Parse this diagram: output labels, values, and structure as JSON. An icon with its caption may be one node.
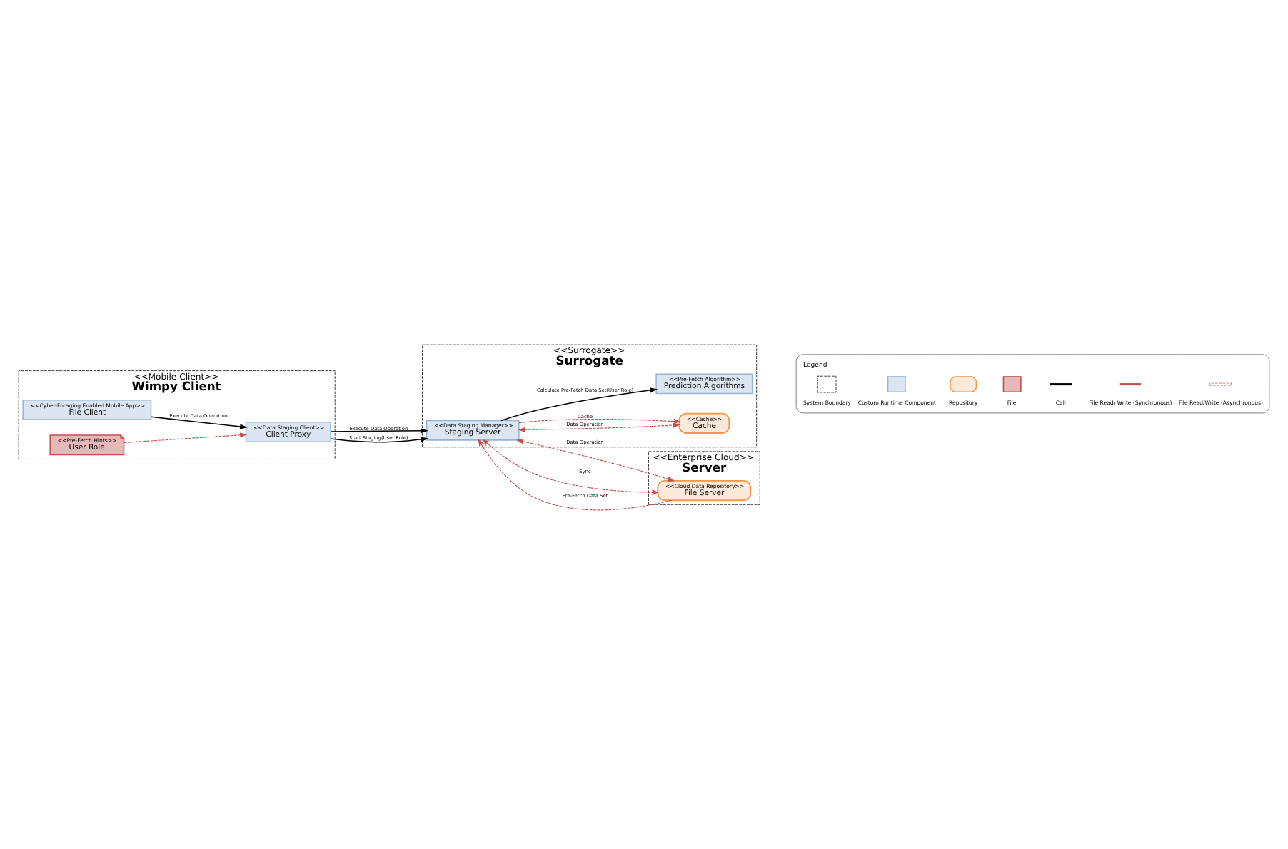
{
  "diagram": {
    "nodes": [
      {
        "text": [
          "<<Mobile Client>>",
          "Wimpy Client"
        ]
      },
      {
        "text": [
          "<<Cyber-Foraging Enabled Mobile App>>",
          "File Client"
        ],
        "in": 0
      },
      {
        "text": [
          "<<Pre-Fetch Hints>>",
          "User Role"
        ],
        "in": 0
      },
      {
        "text": [
          "<<Data Staging Client>>",
          "Client Proxy"
        ],
        "in": 0
      },
      {
        "text": [
          "<<Surrogate>>",
          "Surrogate"
        ]
      },
      {
        "text": [
          "<<Cache>>",
          "Cache"
        ],
        "in": 4
      },
      {
        "text": [
          "<<Data Staging Manager>>",
          "Staging Server"
        ],
        "in": 4
      },
      {
        "text": [
          "<<Pre-Fetch Algorithm>>",
          "Prediction Algorithms"
        ],
        "in": 4
      },
      {
        "text": [
          "<<Enterprise Cloud>>",
          "Server"
        ]
      },
      {
        "text": [
          "<<Cloud Data Repository>>",
          "File Server"
        ],
        "in": 8
      }
    ],
    "edges": [
      {
        "from": 1,
        "to": 3,
        "arrow": "to",
        "label": "Execute Data Operation",
        "color": "#000000"
      },
      {
        "from": 2,
        "to": 3,
        "arrow": "to",
        "style": "dashed",
        "color": "#c0504d"
      },
      {
        "from": 3,
        "to": 6,
        "arrow": "to",
        "label": "Execute Data Operation",
        "color": "#000000"
      },
      {
        "from": 3,
        "to": 6,
        "arrow": "to",
        "label": "Start Staging(User Role)",
        "color": "#000000"
      },
      {
        "from": 6,
        "to": 5,
        "arrow": "both",
        "label": "Data Operation",
        "style": "dashed",
        "color": "#c0504d"
      },
      {
        "from": 6,
        "to": 5,
        "arrow": "to",
        "label": "Cache",
        "style": "dashed",
        "color": "#c0504d"
      },
      {
        "from": 6,
        "to": 9,
        "arrow": "both",
        "label": "Data Operation",
        "style": "dashed",
        "color": "#c0504d"
      },
      {
        "from": 9,
        "to": 6,
        "arrow": "to",
        "label": "Pre-Fetch Data Set",
        "style": "dashed",
        "color": "#c0504d"
      },
      {
        "from": 6,
        "to": 9,
        "arrow": "both",
        "label": "Sync",
        "style": "dashed",
        "color": "#c0504d"
      },
      {
        "from": 6,
        "to": 7,
        "arrow": "to",
        "label": "Calculate Pre-Fetch Data Set(User Role)",
        "color": "#000000"
      }
    ],
    "labels": [
      "Legend"
    ],
    "legend": [
      {
        "text": "System Boundary"
      },
      {
        "text": "Custom Runtime Component"
      },
      {
        "text": "Repository"
      },
      {
        "text": "File"
      },
      {
        "text": "Call"
      },
      {
        "text": "File Read/ Write (Synchronous)"
      },
      {
        "text": "File Read/Write (Asynchronous)"
      }
    ]
  }
}
